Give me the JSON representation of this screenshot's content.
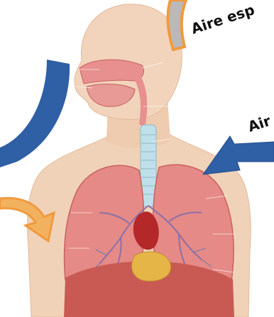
{
  "labels": {
    "top_right": "Aire esp",
    "mid_right": "Air"
  },
  "colors": {
    "skin": "#f0d2b8",
    "skin_shadow": "#e3b99a",
    "airway": "#e88f8f",
    "trachea": "#bfe0ea",
    "lung": "#e58a86",
    "lung_dark": "#c8605f",
    "diaphragm": "#c95a53",
    "heart": "#b4282a",
    "fat": "#e6b548",
    "blue_arrow": "#2f5fa5",
    "orange_arrow": "#f19a3e",
    "gray_arrow": "#b9b9b9"
  },
  "icons": [
    "blue-curved-arrow",
    "orange-curved-arrow",
    "gray-curved-arrow",
    "blue-pointer-arrow"
  ]
}
